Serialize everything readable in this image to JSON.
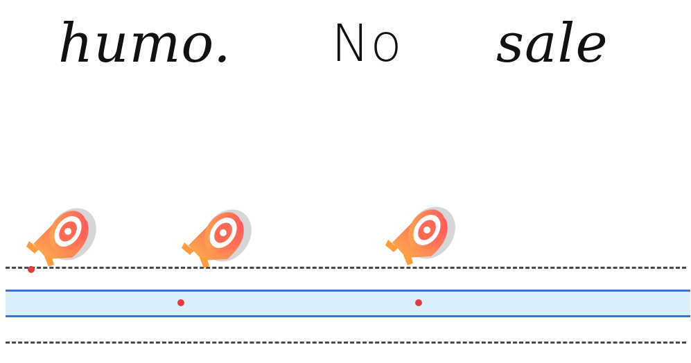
{
  "worksheet": {
    "words": [
      "humo.",
      "No",
      "sale"
    ]
  },
  "icons": {
    "speaker": "megaphone-icon",
    "marker": "red-dot-icon"
  },
  "colors": {
    "ink": "#111111",
    "band_fill": "#d9effb",
    "band_line": "#3f74c9",
    "dashed_line": "#4a4a4a",
    "marker": "#e23b3b",
    "megaphone_light": "#ff9d5c",
    "megaphone_dark": "#ff4f5e"
  }
}
